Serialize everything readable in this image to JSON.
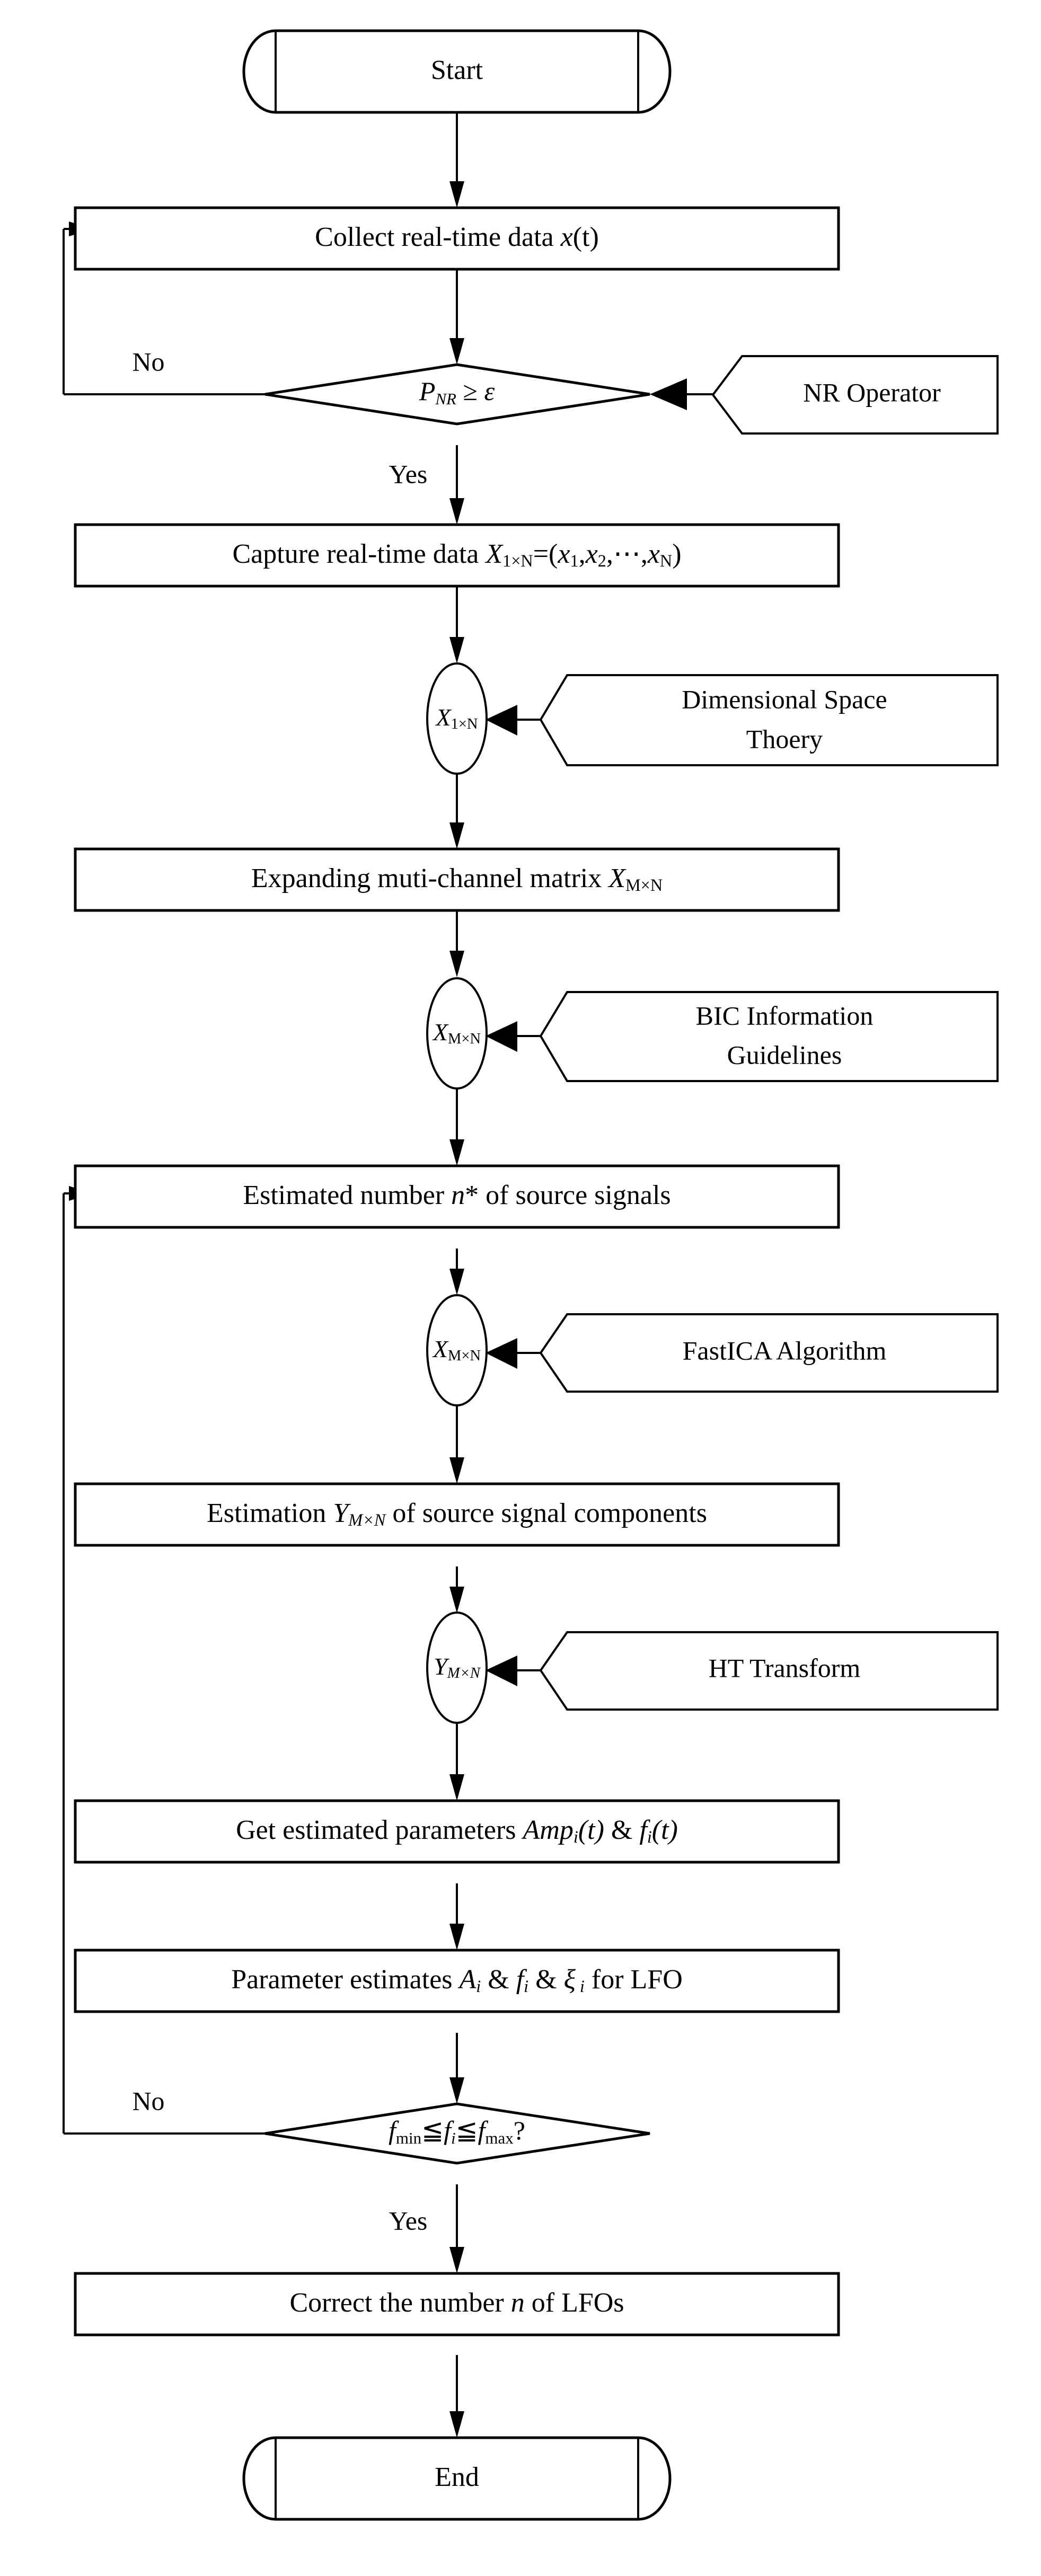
{
  "diagram": {
    "title": "LFO parameter identification flowchart",
    "type": "flowchart",
    "background_color": "#ffffff",
    "line_color": "#000000"
  },
  "nodes": {
    "start": {
      "label": "Start",
      "shape": "terminator"
    },
    "collect": {
      "label": "Collect real-time data x(t)",
      "shape": "process"
    },
    "decision1": {
      "label": "P_NR ≥ ε",
      "shape": "decision"
    },
    "note_nr": {
      "label": "NR Operator",
      "shape": "annotation"
    },
    "capture": {
      "label": "Capture real-time data X1×N=(x1,x2,⋯,xN)",
      "shape": "process"
    },
    "conn1": {
      "label": "X1×N",
      "shape": "connector"
    },
    "note_dim_line1": {
      "label": "Dimensional Space",
      "shape": "annotation"
    },
    "note_dim_line2": {
      "label": "Thoery",
      "shape": "annotation"
    },
    "expand": {
      "label": "Expanding muti-channel matrix XM×N",
      "shape": "process"
    },
    "conn2": {
      "label": "XM×N",
      "shape": "connector"
    },
    "note_bic_line1": {
      "label": "BIC Information",
      "shape": "annotation"
    },
    "note_bic_line2": {
      "label": "Guidelines",
      "shape": "annotation"
    },
    "estnum": {
      "label": "Estimated number n* of source signals",
      "shape": "process"
    },
    "conn3": {
      "label": "XM×N",
      "shape": "connector"
    },
    "note_fastica": {
      "label": "FastICA Algorithm",
      "shape": "annotation"
    },
    "estimation": {
      "label": "Estimation YM×N of source signal components",
      "shape": "process"
    },
    "conn4": {
      "label": "YM×N",
      "shape": "connector"
    },
    "note_ht": {
      "label": "HT Transform",
      "shape": "annotation"
    },
    "getparams": {
      "label": "Get estimated parameters Ampi(t) & fi(t)",
      "shape": "process"
    },
    "paramest": {
      "label": "Parameter estimates Ai & fi & ξ i for LFO",
      "shape": "process"
    },
    "decision2": {
      "label": "fmin≦fi≦fmax?",
      "shape": "decision"
    },
    "correct": {
      "label": "Correct the number n of LFOs",
      "shape": "process"
    },
    "end": {
      "label": "End",
      "shape": "terminator"
    }
  },
  "edge_labels": {
    "no_1": "No",
    "yes_1": "Yes",
    "no_2": "No",
    "yes_2": "Yes"
  },
  "symbols": {
    "arrowhead": "arrow-down-icon",
    "arrowhead_left": "arrow-left-icon",
    "arrowhead_right": "arrow-right-icon"
  }
}
